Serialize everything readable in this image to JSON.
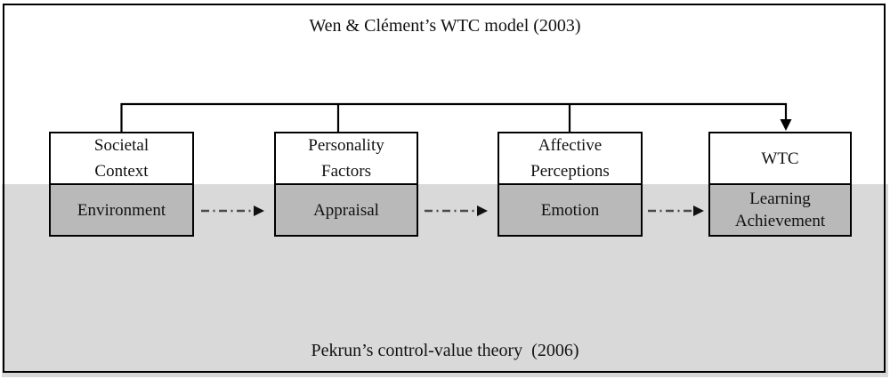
{
  "figure": {
    "top_title": "Wen & Clément’s WTC model (2003)",
    "bottom_title": "Pekrun’s control-value theory  (2006)",
    "boxes": [
      {
        "id": "societal-context",
        "top_label": "Societal\nContext",
        "bottom_label": "Environment"
      },
      {
        "id": "personality-factors",
        "top_label": "Personality\nFactors",
        "bottom_label": "Appraisal"
      },
      {
        "id": "affective-perceptions",
        "top_label": "Affective\nPerceptions",
        "bottom_label": "Emotion"
      },
      {
        "id": "wtc",
        "top_label": "WTC",
        "bottom_label": "Learning\nAchievement"
      }
    ],
    "colors": {
      "background_band": "#d9d9d9",
      "box_top_fill": "#ffffff",
      "box_bottom_fill": "#b9b9b9",
      "border_line": "#000000",
      "dash_arrow": "#4a4a4a"
    }
  }
}
